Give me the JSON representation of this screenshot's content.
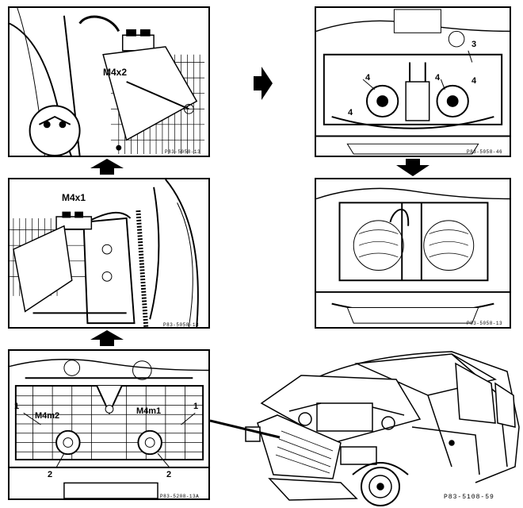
{
  "panels": {
    "top_left": {
      "code": "P83-5058-13",
      "labels": [
        "M4x2"
      ]
    },
    "mid_left": {
      "code": "P83-5058-13",
      "labels": [
        "M4x1"
      ]
    },
    "bottom_left": {
      "code": "P83-5208-13A",
      "labels": [
        "1",
        "M4m2",
        "M4m1",
        "1",
        "2",
        "2"
      ]
    },
    "top_right": {
      "code": "P83-5058-46",
      "labels": [
        "3",
        "4",
        "4",
        "4",
        "4"
      ]
    },
    "mid_right": {
      "code": "P83-5058-13"
    }
  },
  "car": {
    "code": "P83-5108-59"
  },
  "icons": [
    "arrow-up-icon",
    "arrow-right-icon",
    "arrow-down-icon",
    "leader-line-icon"
  ],
  "colors": {
    "ink": "#000000",
    "paper": "#ffffff"
  }
}
